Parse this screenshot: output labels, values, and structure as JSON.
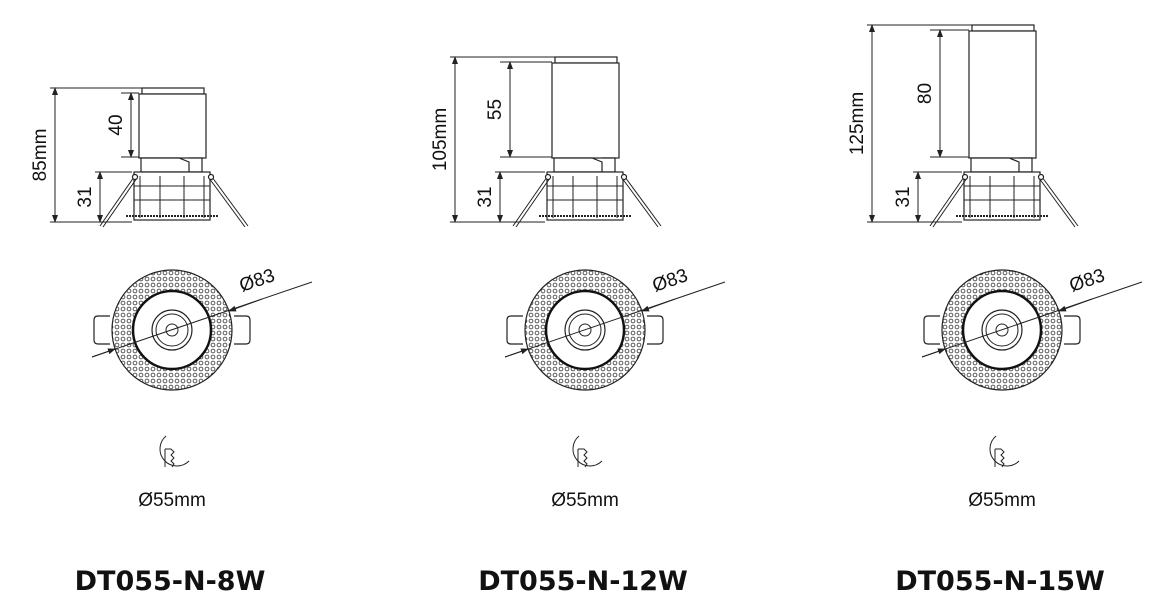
{
  "products": [
    {
      "model": "DT055-N-8W",
      "total_height": "85mm",
      "total_mm": 85,
      "body_height": "40",
      "base_height": "31",
      "outer_diameter": "Ø83",
      "cutout": "Ø55mm"
    },
    {
      "model": "DT055-N-12W",
      "total_height": "105mm",
      "total_mm": 105,
      "body_height": "55",
      "base_height": "31",
      "outer_diameter": "Ø83",
      "cutout": "Ø55mm"
    },
    {
      "model": "DT055-N-15W",
      "total_height": "125mm",
      "total_mm": 125,
      "body_height": "80",
      "base_height": "31",
      "outer_diameter": "Ø83",
      "cutout": "Ø55mm"
    }
  ],
  "colors": {
    "line": "#222222",
    "text": "#111111"
  }
}
